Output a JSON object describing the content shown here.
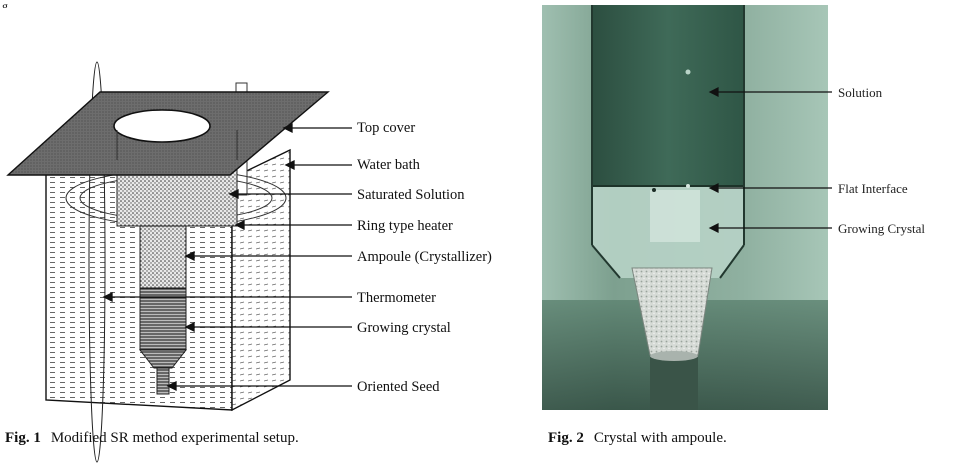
{
  "fragment": "g",
  "fig1": {
    "labels": {
      "top_cover": "Top cover",
      "water_bath": "Water bath",
      "saturated_solution": "Saturated Solution",
      "ring_heater": "Ring type heater",
      "ampoule": "Ampoule (Crystallizer)",
      "thermometer": "Thermometer",
      "growing_crystal": "Growing crystal",
      "oriented_seed": "Oriented Seed"
    },
    "caption_num": "Fig. 1",
    "caption_text": "Modified SR method experimental setup."
  },
  "fig2": {
    "labels": {
      "solution": "Solution",
      "flat_interface": "Flat Interface",
      "growing_crystal": "Growing Crystal"
    },
    "caption_num": "Fig. 2",
    "caption_text": "Crystal with ampoule."
  },
  "colors": {
    "photo_bg": "#3e6a58",
    "photo_light": "#a9c9bb",
    "crystal": "#d8dcd8"
  }
}
